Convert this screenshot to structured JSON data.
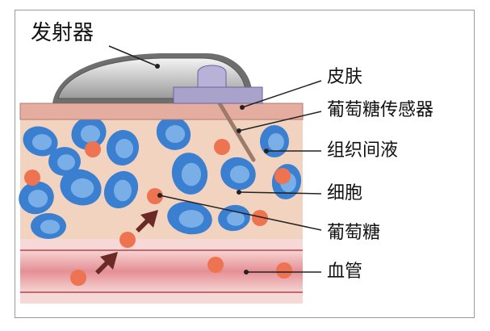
{
  "labels": {
    "transmitter": "发射器",
    "skin": "皮肤",
    "sensor": "葡萄糖传感器",
    "interstitial_fluid": "组织间液",
    "cell": "细胞",
    "glucose": "葡萄糖",
    "blood_vessel": "血管"
  },
  "colors": {
    "skin": "#e8b4a4",
    "tissue": "#f2d3c0",
    "cell": "#3a7fd0",
    "cell_nucleus": "#7aaee6",
    "glucose": "#ee7350",
    "vessel": "#e9a3a6",
    "arrow": "#6b2a25"
  }
}
